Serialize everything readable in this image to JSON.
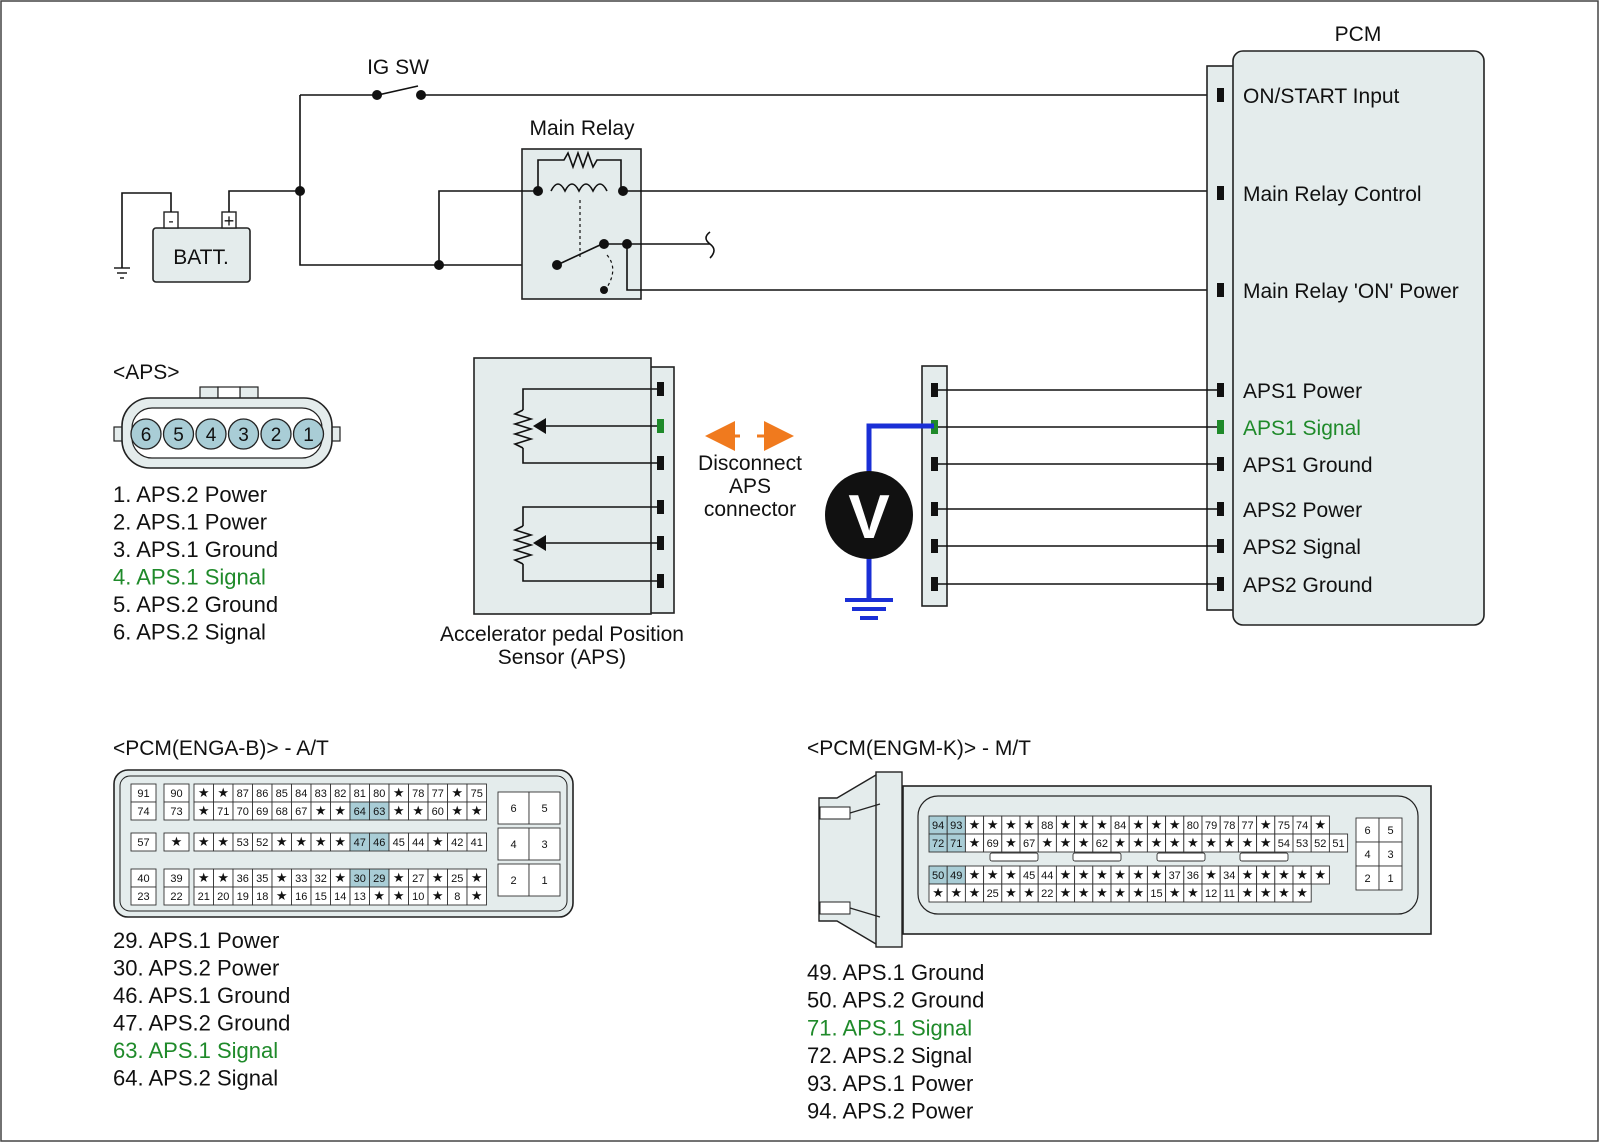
{
  "colors": {
    "signal": "#1f8a2a",
    "meter_wire": "#1a2fd6",
    "arrow": "#f07a1e",
    "panel": "#e4ecec",
    "highlight": "#a9cdd6"
  },
  "circuit": {
    "ig_sw": "IG SW",
    "main_relay": "Main Relay",
    "batt": "BATT.",
    "batt_minus": "-",
    "batt_plus": "+",
    "pcm_title": "PCM",
    "pcm_terminals": [
      "ON/START Input",
      "Main Relay Control",
      "Main Relay 'ON' Power",
      "APS1 Power",
      "APS1 Signal",
      "APS1 Ground",
      "APS2 Power",
      "APS2 Signal",
      "APS2 Ground"
    ],
    "voltmeter": "V",
    "disconnect": [
      "Disconnect",
      "APS",
      "connector"
    ],
    "sensor_caption": [
      "Accelerator pedal Position",
      "Sensor (APS)"
    ]
  },
  "aps_connector": {
    "title": "<APS>",
    "pins": [
      "6",
      "5",
      "4",
      "3",
      "2",
      "1"
    ],
    "legend": [
      "1. APS.2 Power",
      "2. APS.1 Power",
      "3. APS.1 Ground",
      "4. APS.1 Signal",
      "5. APS.2 Ground",
      "6. APS.2 Signal"
    ]
  },
  "pcm_enga": {
    "title": "<PCM(ENGA-B)> - A/T",
    "legend": [
      "29. APS.1 Power",
      "30. APS.2 Power",
      "46. APS.1 Ground",
      "47. APS.2 Ground",
      "63. APS.1 Signal",
      "64. APS.2 Signal"
    ],
    "rows": [
      [
        "91",
        "90",
        "*",
        "*",
        "87",
        "86",
        "85",
        "84",
        "83",
        "82",
        "81",
        "80",
        "*",
        "78",
        "77",
        "*",
        "75"
      ],
      [
        "74",
        "73",
        "*",
        "71",
        "70",
        "69",
        "68",
        "67",
        "*",
        "*",
        "64",
        "63",
        "*",
        "*",
        "60",
        "*",
        "*"
      ],
      [
        "57",
        "*",
        "*",
        "*",
        "53",
        "52",
        "*",
        "*",
        "*",
        "*",
        "47",
        "46",
        "45",
        "44",
        "*",
        "42",
        "41"
      ],
      [
        "40",
        "39",
        "*",
        "*",
        "36",
        "35",
        "*",
        "33",
        "32",
        "*",
        "30",
        "29",
        "*",
        "27",
        "*",
        "25",
        "*"
      ],
      [
        "23",
        "22",
        "21",
        "20",
        "19",
        "18",
        "*",
        "16",
        "15",
        "14",
        "13",
        "*",
        "*",
        "10",
        "*",
        "8",
        "*"
      ]
    ],
    "side": [
      "6",
      "5",
      "4",
      "3",
      "2",
      "1"
    ]
  },
  "pcm_engm": {
    "title": "<PCM(ENGM-K)> - M/T",
    "legend": [
      "49. APS.1 Ground",
      "50. APS.2 Ground",
      "71. APS.1 Signal",
      "72. APS.2 Signal",
      "93. APS.1 Power",
      "94. APS.2 Power"
    ],
    "rows": [
      [
        "94",
        "93",
        "*",
        "*",
        "*",
        "*",
        "88",
        "*",
        "*",
        "*",
        "84",
        "*",
        "*",
        "*",
        "80",
        "79",
        "78",
        "77",
        "*",
        "75",
        "74",
        "*"
      ],
      [
        "72",
        "71",
        "*",
        "69",
        "*",
        "67",
        "*",
        "*",
        "*",
        "62",
        "*",
        "*",
        "*",
        "*",
        "*",
        "*",
        "*",
        "*",
        "*",
        "54",
        "53",
        "52",
        "51"
      ],
      [
        "50",
        "49",
        "*",
        "*",
        "*",
        "45",
        "44",
        "*",
        "*",
        "*",
        "*",
        "*",
        "*",
        "37",
        "36",
        "*",
        "34",
        "*",
        "*",
        "*",
        "*",
        "*"
      ],
      [
        "*",
        "*",
        "*",
        "25",
        "*",
        "*",
        "22",
        "*",
        "*",
        "*",
        "*",
        "*",
        "15",
        "*",
        "*",
        "12",
        "11",
        "*",
        "*",
        "*",
        "*"
      ]
    ],
    "side": [
      "6",
      "5",
      "4",
      "3",
      "2",
      "1"
    ]
  }
}
